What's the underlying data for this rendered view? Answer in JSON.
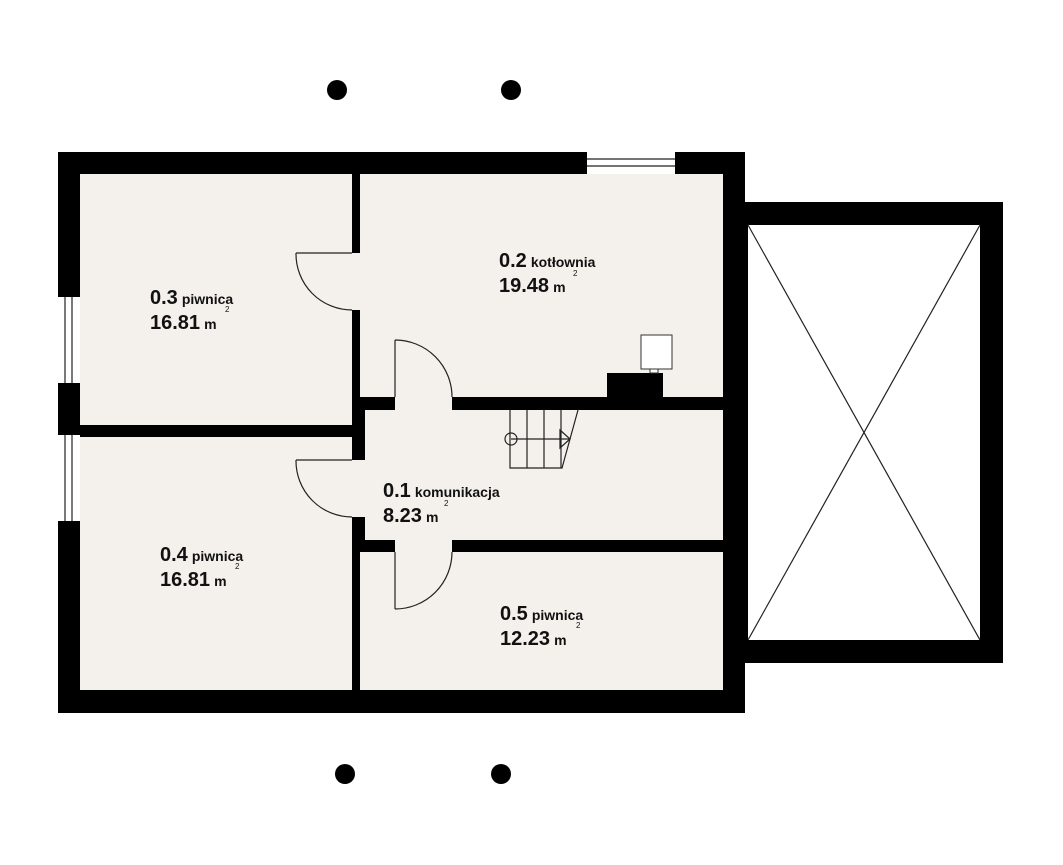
{
  "plan": {
    "colors": {
      "wall": "#000000",
      "floor": "#f4f0eb",
      "background": "#ffffff"
    },
    "unit": "m",
    "unit_exponent": "2",
    "rooms": [
      {
        "number": "0.1",
        "name": "komunikacja",
        "area": "8.23"
      },
      {
        "number": "0.2",
        "name": "kotłownia",
        "area": "19.48"
      },
      {
        "number": "0.3",
        "name": "piwnica",
        "area": "16.81"
      },
      {
        "number": "0.4",
        "name": "piwnica",
        "area": "16.81"
      },
      {
        "number": "0.5",
        "name": "piwnica",
        "area": "12.23"
      }
    ]
  }
}
